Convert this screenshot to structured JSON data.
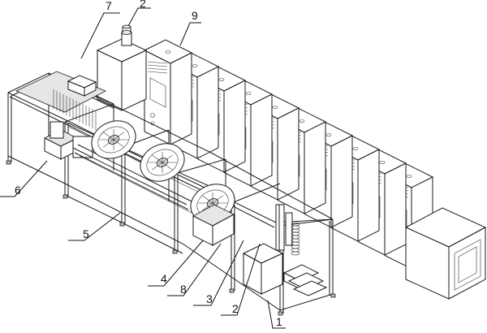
{
  "diagram": {
    "callouts": [
      {
        "id": "c1",
        "text": "1"
      },
      {
        "id": "c2a",
        "text": "2"
      },
      {
        "id": "c2b",
        "text": "2"
      },
      {
        "id": "c3",
        "text": "3"
      },
      {
        "id": "c4",
        "text": "4"
      },
      {
        "id": "c5",
        "text": "5"
      },
      {
        "id": "c6",
        "text": "6"
      },
      {
        "id": "c7",
        "text": "7"
      },
      {
        "id": "c8",
        "text": "8"
      },
      {
        "id": "c9",
        "text": "9"
      }
    ],
    "cabinet_count": 10
  }
}
